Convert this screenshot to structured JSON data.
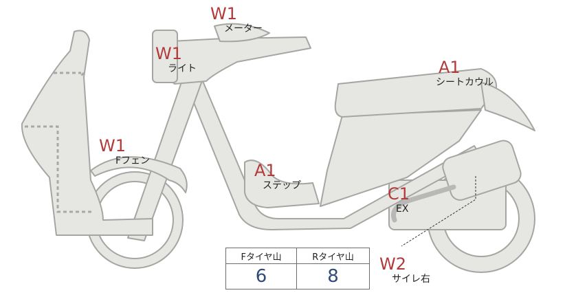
{
  "labels": [
    {
      "code": "W1",
      "name": "メーター"
    },
    {
      "code": "W1",
      "name": "ライト"
    },
    {
      "code": "A1",
      "name": "シートカウル"
    },
    {
      "code": "W1",
      "name": "Fフェン"
    },
    {
      "code": "A1",
      "name": "ステップ"
    },
    {
      "code": "C1",
      "name": "EX"
    },
    {
      "code": "W2",
      "name": "サイレ右"
    }
  ],
  "tread_table": {
    "headers": [
      "Fタイヤ山",
      "Rタイヤ山"
    ],
    "values": [
      "6",
      "8"
    ]
  },
  "colors": {
    "body_fill": "#e6e6e3",
    "body_stroke": "#a5a5a2",
    "code_text": "#b23a3a",
    "value_text": "#2f4b7a"
  }
}
